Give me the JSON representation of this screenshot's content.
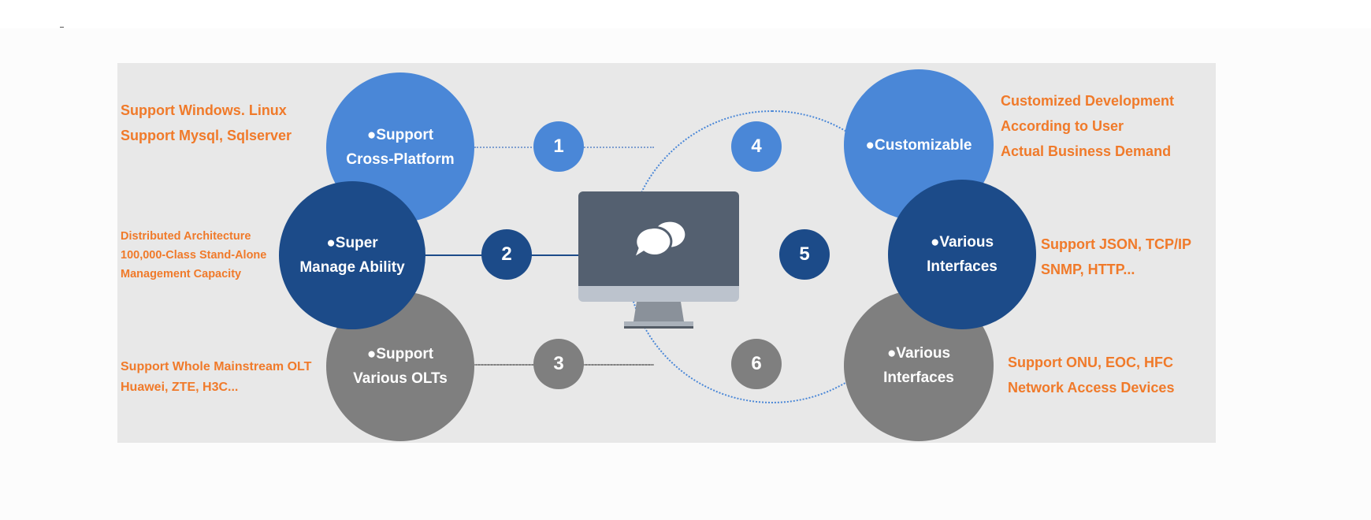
{
  "items": [
    {
      "number": "1",
      "title": [
        "●Support",
        "Cross-Platform"
      ],
      "description": [
        "Support Windows. Linux",
        "Support Mysql, Sqlserver"
      ],
      "color": "#4a87d7"
    },
    {
      "number": "2",
      "title": [
        "●Super",
        "Manage Ability"
      ],
      "description": [
        "Distributed Architecture",
        "100,000-Class Stand-Alone",
        "Management Capacity"
      ],
      "color": "#1c4b89"
    },
    {
      "number": "3",
      "title": [
        "●Support",
        "Various OLTs"
      ],
      "description": [
        "Support Whole Mainstream OLT",
        "Huawei, ZTE, H3C..."
      ],
      "color": "#7f7f7f"
    },
    {
      "number": "4",
      "title": [
        "●Customizable"
      ],
      "description": [
        "Customized Development",
        "According to User",
        "Actual Business Demand"
      ],
      "color": "#4a87d7"
    },
    {
      "number": "5",
      "title": [
        "●Various",
        "Interfaces"
      ],
      "description": [
        "Support JSON, TCP/IP",
        "SNMP, HTTP..."
      ],
      "color": "#1c4b89"
    },
    {
      "number": "6",
      "title": [
        "●Various",
        "Interfaces"
      ],
      "description": [
        "Support ONU, EOC, HFC",
        "Network Access Devices"
      ],
      "color": "#7f7f7f"
    }
  ],
  "center_icon": "monitor-chat-icon",
  "colors": {
    "accent_orange": "#f07a2a",
    "panel_bg": "#e8e8e8",
    "monitor_screen": "#546070"
  }
}
